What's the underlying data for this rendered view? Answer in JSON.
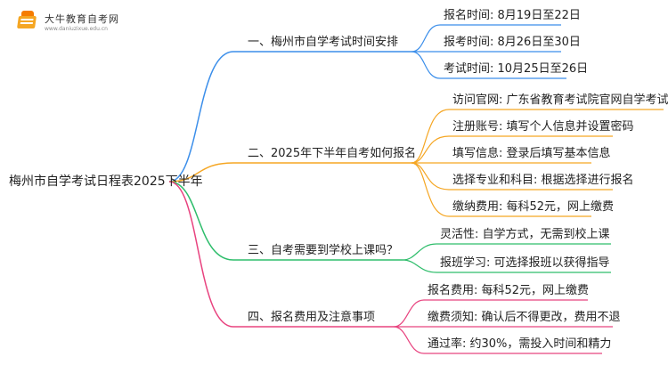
{
  "logo": {
    "title": "大牛教育自考网",
    "url": "www.daniuzixue.edu.cn"
  },
  "root": "梅州市自学考试日程表2025下半年",
  "colors": {
    "blue": "#3b8eea",
    "orange": "#f5a623",
    "green": "#2ebd6b",
    "pink": "#e8437f"
  },
  "branches": [
    {
      "label": "一、梅州市自学考试时间安排",
      "children": [
        "报名时间: 8月19日至22日",
        "报考时间: 8月26日至30日",
        "考试时间: 10月25日至26日"
      ]
    },
    {
      "label": "二、2025年下半年自考如何报名",
      "children": [
        "访问官网: 广东省教育考试院官网自学考试栏目",
        "注册账号: 填写个人信息并设置密码",
        "填写信息: 登录后填写基本信息",
        "选择专业和科目: 根据选择进行报名",
        "缴纳费用: 每科52元，网上缴费"
      ]
    },
    {
      "label": "三、自考需要到学校上课吗？",
      "children": [
        "灵活性: 自学方式，无需到校上课",
        "报班学习: 可选择报班以获得指导"
      ]
    },
    {
      "label": "四、报名费用及注意事项",
      "children": [
        "报名费用: 每科52元，网上缴费",
        "缴费须知: 确认后不得更改，费用不退",
        "通过率: 约30%，需投入时间和精力"
      ]
    }
  ]
}
